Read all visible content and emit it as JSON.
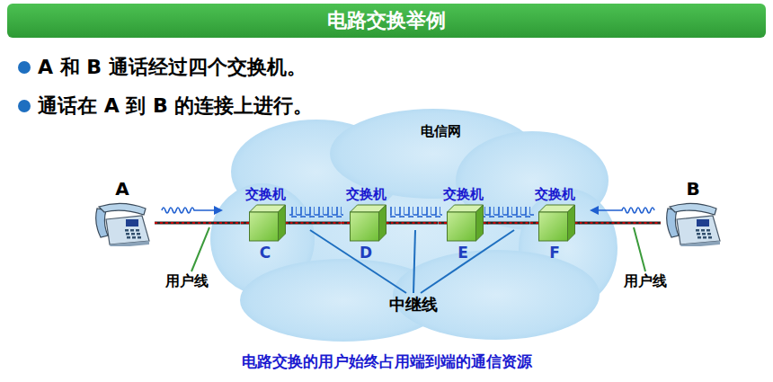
{
  "diagram": {
    "title": "电路交换举例",
    "caption": "电路交换的用户始终占用端到端的通信资源",
    "nodes": [
      {
        "text": [
          "A"
        ]
      },
      {
        "text": [
          "电信网"
        ]
      },
      {
        "text": [
          "交换机",
          "C"
        ],
        "in": 1
      },
      {
        "text": [
          "交换机",
          "D"
        ],
        "in": 1
      },
      {
        "text": [
          "交换机",
          "E"
        ],
        "in": 1
      },
      {
        "text": [
          "交换机",
          "F"
        ],
        "in": 1
      },
      {
        "text": [
          "B"
        ]
      }
    ],
    "edges": [
      {
        "from": 0,
        "to": 2,
        "arrow": "none"
      },
      {
        "from": 2,
        "to": 3,
        "arrow": "none"
      },
      {
        "from": 3,
        "to": 4,
        "arrow": "none"
      },
      {
        "from": 4,
        "to": 5,
        "arrow": "none"
      },
      {
        "from": 5,
        "to": 6,
        "arrow": "none"
      }
    ],
    "labels": [
      "A 和 B 通话经过四个交换机。",
      "通话在 A 到 B 的连接上进行。",
      "用户线",
      "用户线",
      "中继线"
    ]
  }
}
